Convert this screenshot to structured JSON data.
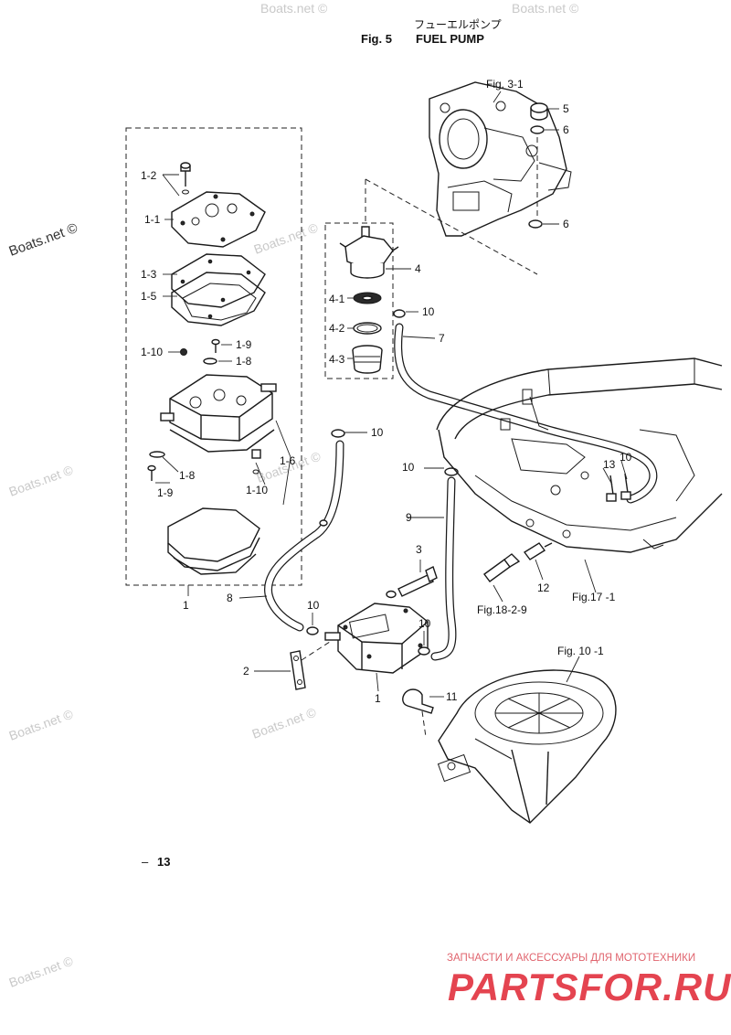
{
  "header": {
    "title_jp": "フューエルポンプ",
    "fig": "Fig. 5",
    "title_en": "FUEL PUMP"
  },
  "page_number": "13",
  "page_number_prefix": "–",
  "callouts": {
    "c5": "5",
    "c6a": "6",
    "c6b": "6",
    "c4": "4",
    "c4_1": "4-1",
    "c4_2": "4-2",
    "c4_3": "4-3",
    "c10a": "10",
    "c7": "7",
    "c10b": "10",
    "c1_2": "1-2",
    "c1_1": "1-1",
    "c1_3": "1-3",
    "c1_5": "1-5",
    "c1_10a": "1-10",
    "c1_9a": "1-9",
    "c1_8a": "1-8",
    "c1_6": "1-6",
    "c1_8b": "1-8",
    "c1_9b": "1-9",
    "c1_10b": "1-10",
    "c1top": "1",
    "c10c": "10",
    "c13": "13",
    "c10d": "10",
    "c9": "9",
    "c3": "3",
    "c12": "12",
    "c8": "8",
    "c10e": "10",
    "c10f": "10",
    "c2": "2",
    "c1": "1",
    "c11": "11"
  },
  "references": {
    "fig3_1": "Fig. 3-1",
    "fig17_1": "Fig.17 -1",
    "fig18_2_9": "Fig.18-2-9",
    "fig10_1": "Fig. 10 -1"
  },
  "watermarks": [
    "Boats.net ©",
    "Boats.net ©",
    "Boats.net ©",
    "Boats.net ©",
    "Boats.net ©",
    "Boats.net ©",
    "Boats.net ©",
    "Boats.net ©",
    "Boats.net ©"
  ],
  "branding": {
    "tagline": "ЗАПЧАСТИ И АКСЕССУАРЫ ДЛЯ МОТОТЕХНИКИ",
    "logo": "PARTSFOR.RU"
  }
}
